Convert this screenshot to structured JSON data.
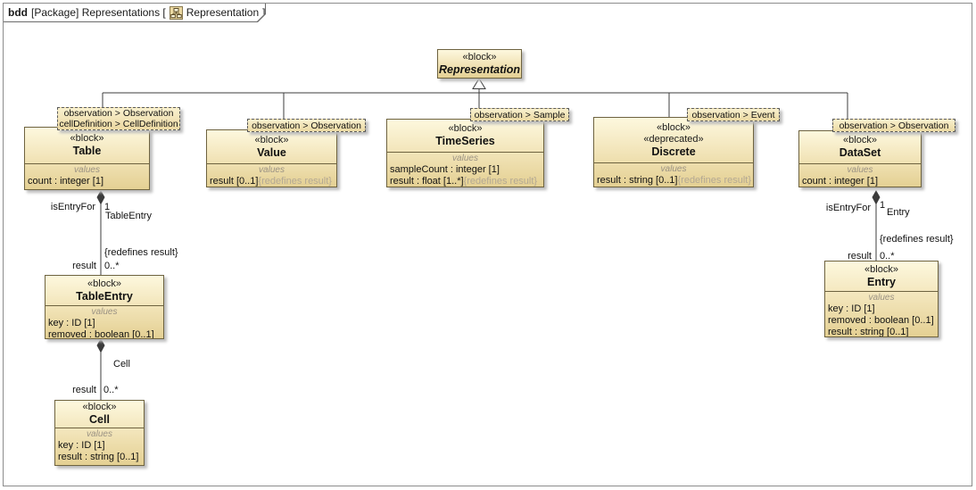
{
  "frame": {
    "keyword": "bdd",
    "context": "[Package] Representations [",
    "diagram_name": "Representation",
    "closing": "]",
    "icon": "class-diagram-icon"
  },
  "blocks": {
    "representation": {
      "stereotype": "«block»",
      "name": "Representation"
    },
    "table": {
      "tags": [
        "observation > Observation",
        "cellDefinition > CellDefinition"
      ],
      "stereotype": "«block»",
      "name": "Table",
      "values_title": "values",
      "values": [
        {
          "text": "count : integer [1]"
        }
      ]
    },
    "value": {
      "tags": [
        "observation > Observation"
      ],
      "stereotype": "«block»",
      "name": "Value",
      "values_title": "values",
      "values": [
        {
          "text": "result [0..1]",
          "gray": "{redefines result}"
        }
      ]
    },
    "timeseries": {
      "tags": [
        "observation > Sample"
      ],
      "stereotype": "«block»",
      "name": "TimeSeries",
      "values_title": "values",
      "values": [
        {
          "text": "sampleCount : integer [1]"
        },
        {
          "text": "result : float [1..*]",
          "gray": "{redefines result}"
        }
      ]
    },
    "discrete": {
      "tags": [
        "observation > Event"
      ],
      "stereotype": "«block»",
      "stereotype2": "«deprecated»",
      "name": "Discrete",
      "values_title": "values",
      "values": [
        {
          "text": "result : string [0..1]",
          "gray": "{redefines result}"
        }
      ]
    },
    "dataset": {
      "tags": [
        "observation > Observation"
      ],
      "stereotype": "«block»",
      "name": "DataSet",
      "values_title": "values",
      "values": [
        {
          "text": "count : integer [1]"
        }
      ]
    },
    "tableentry": {
      "stereotype": "«block»",
      "name": "TableEntry",
      "values_title": "values",
      "values": [
        {
          "text": "key : ID [1]"
        },
        {
          "text": "removed : boolean [0..1]"
        }
      ]
    },
    "cell": {
      "stereotype": "«block»",
      "name": "Cell",
      "values_title": "values",
      "values": [
        {
          "text": "key : ID [1]"
        },
        {
          "text": "result : string [0..1]"
        }
      ]
    },
    "entry": {
      "stereotype": "«block»",
      "name": "Entry",
      "values_title": "values",
      "values": [
        {
          "text": "key : ID [1]"
        },
        {
          "text": "removed : boolean [0..1]"
        },
        {
          "text": "result : string [0..1]"
        }
      ]
    }
  },
  "associations": {
    "table_tableentry": {
      "role_near": "isEntryFor",
      "mult_near": "1",
      "name": "TableEntry",
      "constraint": "{redefines result}",
      "role_far": "result",
      "mult_far": "0..*"
    },
    "tableentry_cell": {
      "name": "Cell",
      "role_far": "result",
      "mult_far": "0..*"
    },
    "dataset_entry": {
      "role_near": "isEntryFor",
      "mult_near": "1",
      "name": "Entry",
      "constraint": "{redefines result}",
      "role_far": "result",
      "mult_far": "0..*"
    }
  },
  "colors": {
    "block_fill_top": "#fdf8de",
    "block_fill_bottom": "#e4d093",
    "block_border": "#6e6340",
    "connector_line": "#3c3c3c",
    "secondary_text": "#b3a893",
    "values_title_text": "#9b9283",
    "shadow": "#bcbcbc",
    "background": "#ffffff"
  }
}
